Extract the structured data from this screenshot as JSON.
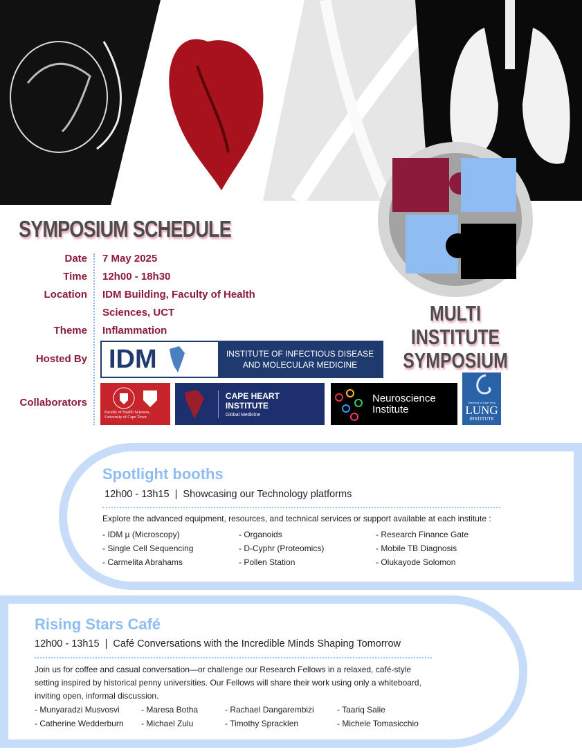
{
  "header": {
    "title": "SYMPOSIUM SCHEDULE",
    "event_name_line1": "MULTI INSTITUTE",
    "event_name_line2": "SYMPOSIUM"
  },
  "details": {
    "date_label": "Date",
    "date": "7 May 2025",
    "time_label": "Time",
    "time": "12h00 - 18h30",
    "location_label": "Location",
    "location_line1": "IDM Building, Faculty of Health",
    "location_line2": "Sciences, UCT",
    "theme_label": "Theme",
    "theme": "Inflammation",
    "hosted_label": "Hosted By",
    "collab_label": "Collaborators"
  },
  "host": {
    "abbr": "IDM",
    "line1": "INSTITUTE OF INFECTIOUS DISEASE",
    "line2": "AND MOLECULAR MEDICINE"
  },
  "collaborators": {
    "fhs_line1": "Faculty of Health Sciences,",
    "fhs_line2": "University of Cape Town",
    "chi": "CAPE HEART INSTITUTE",
    "chi_sub": "Global Medicine",
    "neuro_line1": "Neuroscience",
    "neuro_line2": "Institute",
    "lung_top": "University of Cape Town",
    "lung": "LUNG",
    "lung_sub": "INSTITUTE"
  },
  "spotlight": {
    "title": "Spotlight booths",
    "subtitle": "12h00 - 13h15  |  Showcasing our Technology platforms",
    "intro": "Explore the advanced equipment, resources, and technical services or support available at each institute :",
    "items": [
      "- IDM µ (Microscopy)",
      "- Organoids",
      "-  Research Finance Gate",
      "- Single Cell Sequencing",
      "- D-Cyphr (Proteomics)",
      "- Mobile TB Diagnosis",
      "- Carmelita Abrahams",
      "- Pollen Station",
      "- Olukayode Solomon"
    ]
  },
  "cafe": {
    "title": "Rising Stars Café",
    "subtitle": "12h00 - 13h15  |  Café Conversations with the Incredible Minds Shaping Tomorrow",
    "desc_line1": "Join us for coffee and casual conversation—or challenge our Research Fellows in a relaxed, café-style",
    "desc_line2": "setting inspired by historical penny universities. Our Fellows will share their work using only a whiteboard,",
    "desc_line3": "inviting open, informal discussion.",
    "items": [
      "- Munyaradzi Musvosvi",
      "- Maresa Botha",
      "- Rachael Dangarembizi",
      "- Taariq Salie",
      "- Catherine Wedderburn",
      "- Michael Zulu",
      "- Timothy Spracklen",
      "- Michele Tomasicchio"
    ]
  },
  "colors": {
    "maroon": "#8c1a3a",
    "light_blue": "#8fbdf2",
    "navy": "#1f3a6e"
  }
}
